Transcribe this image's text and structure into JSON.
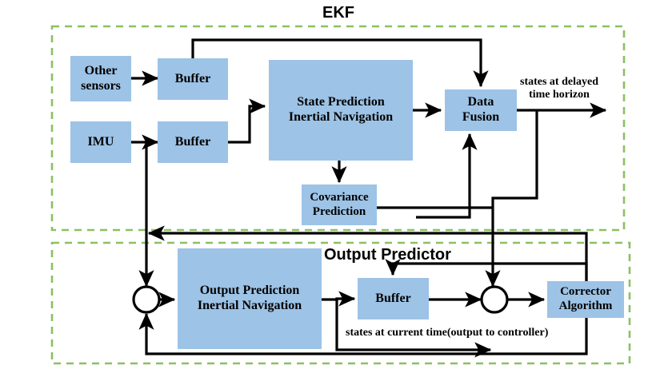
{
  "diagram": {
    "title": "EKF and Output Predictor block diagram",
    "colors": {
      "box_fill": "#9DC3E6",
      "group_border": "#8CC063",
      "line": "#000000",
      "background": "#ffffff"
    },
    "groups": [
      {
        "id": "ekf",
        "label": "EKF"
      },
      {
        "id": "output_predictor",
        "label": "Output Predictor"
      }
    ],
    "nodes": [
      {
        "id": "other_sensors",
        "lines": [
          "Other",
          "sensors"
        ]
      },
      {
        "id": "buffer_sensors",
        "lines": [
          "Buffer"
        ]
      },
      {
        "id": "imu",
        "lines": [
          "IMU"
        ]
      },
      {
        "id": "buffer_imu",
        "lines": [
          "Buffer"
        ]
      },
      {
        "id": "state_prediction",
        "lines": [
          "State Prediction",
          "Inertial Navigation"
        ]
      },
      {
        "id": "data_fusion",
        "lines": [
          "Data",
          "Fusion"
        ]
      },
      {
        "id": "covariance_prediction",
        "lines": [
          "Covariance",
          "Prediction"
        ]
      },
      {
        "id": "output_prediction",
        "lines": [
          "Output Prediction",
          "Inertial Navigation"
        ]
      },
      {
        "id": "buffer_output",
        "lines": [
          "Buffer"
        ]
      },
      {
        "id": "corrector_algorithm",
        "lines": [
          "Corrector",
          "Algorithm"
        ]
      }
    ],
    "junctions": [
      {
        "id": "sum_left",
        "shape": "circle"
      },
      {
        "id": "sum_right",
        "shape": "circle"
      }
    ],
    "edge_labels": [
      {
        "id": "states_delayed",
        "lines": [
          "states at delayed",
          "time horizon"
        ]
      },
      {
        "id": "states_current",
        "lines": [
          "states at current time(output to controller)"
        ]
      }
    ]
  }
}
